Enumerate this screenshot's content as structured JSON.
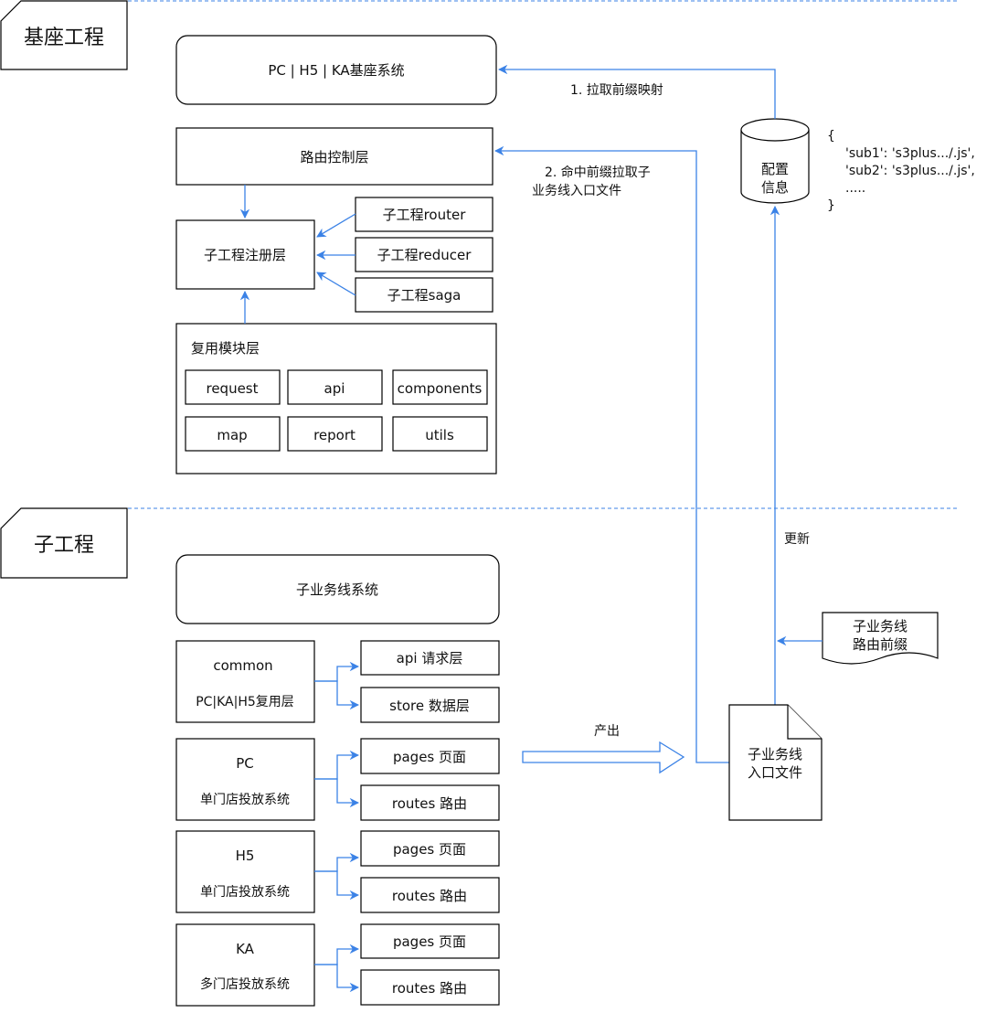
{
  "sections": {
    "base": "基座工程",
    "sub": "子工程"
  },
  "base": {
    "system": "PC | H5 | KA基座系统",
    "routing": "路由控制层",
    "register": "子工程注册层",
    "sub_router": "子工程router",
    "sub_reducer": "子工程reducer",
    "sub_saga": "子工程saga",
    "reuse_title": "复用模块层",
    "reuse_modules": [
      "request",
      "api",
      "components",
      "map",
      "report",
      "utils"
    ]
  },
  "config": {
    "label_line1": "配置",
    "label_line2": "信息",
    "json_lines": [
      "{",
      "'sub1': 's3plus.../.js',",
      "'sub2': 's3plus.../.js',",
      ".....",
      "}"
    ]
  },
  "edges": {
    "pull_prefix": "1. 拉取前缀映射",
    "hit_prefix_line1": "2. 命中前缀拉取子",
    "hit_prefix_line2": "业务线入口文件",
    "update": "更新",
    "produce": "产出"
  },
  "sub": {
    "system": "子业务线系统",
    "groups": [
      {
        "title": "common",
        "subtitle": "PC|KA|H5复用层",
        "items": [
          "api 请求层",
          "store 数据层"
        ]
      },
      {
        "title": "PC",
        "subtitle": "单门店投放系统",
        "items": [
          "pages 页面",
          "routes 路由"
        ]
      },
      {
        "title": "H5",
        "subtitle": "单门店投放系统",
        "items": [
          "pages 页面",
          "routes 路由"
        ]
      },
      {
        "title": "KA",
        "subtitle": "多门店投放系统",
        "items": [
          "pages 页面",
          "routes 路由"
        ]
      }
    ],
    "prefix_doc_line1": "子业务线",
    "prefix_doc_line2": "路由前缀",
    "entry_doc_line1": "子业务线",
    "entry_doc_line2": "入口文件"
  }
}
